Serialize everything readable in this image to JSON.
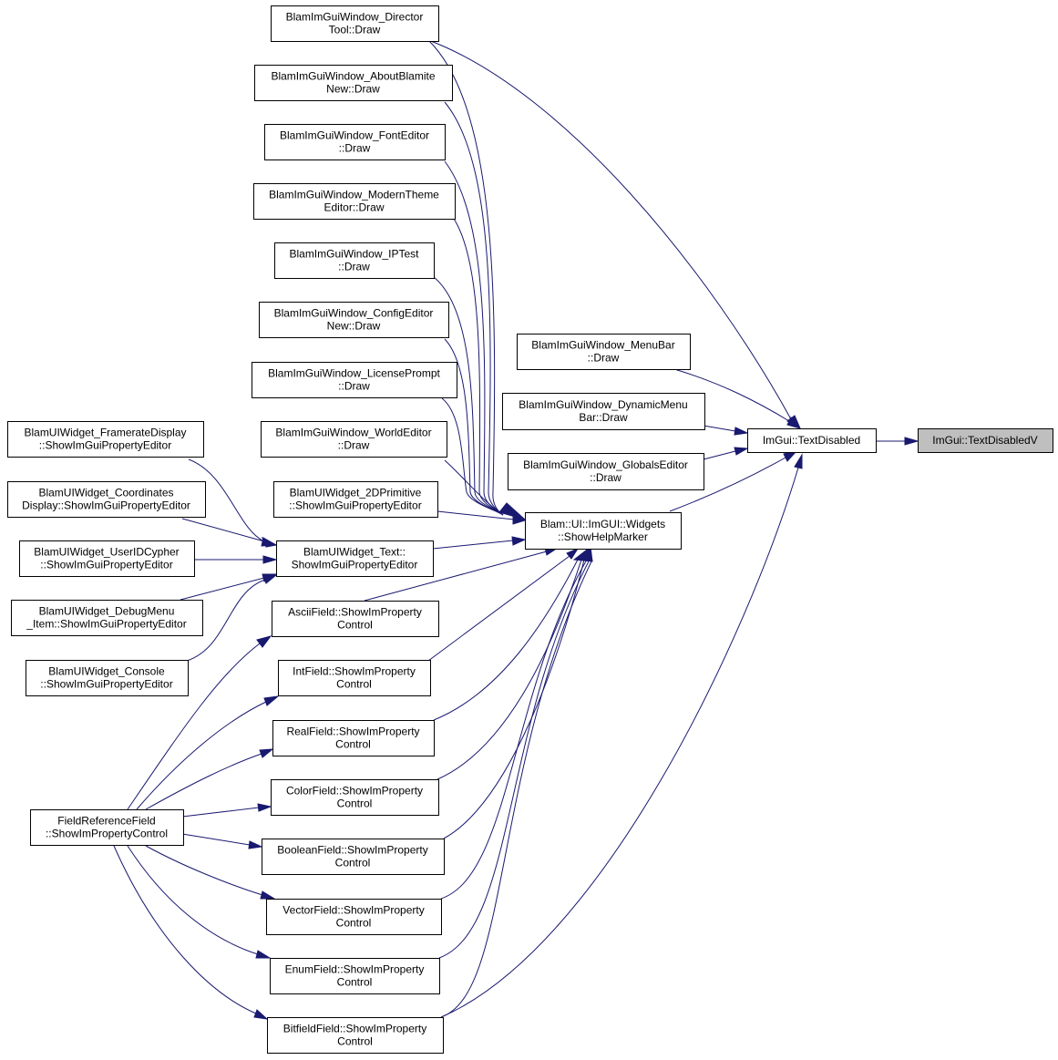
{
  "graph": {
    "nodes": [
      {
        "id": "director",
        "lines": [
          "BlamImGuiWindow_Director",
          "Tool::Draw"
        ]
      },
      {
        "id": "about",
        "lines": [
          "BlamImGuiWindow_AboutBlamite",
          "New::Draw"
        ]
      },
      {
        "id": "font",
        "lines": [
          "BlamImGuiWindow_FontEditor",
          "::Draw"
        ]
      },
      {
        "id": "modern",
        "lines": [
          "BlamImGuiWindow_ModernTheme",
          "Editor::Draw"
        ]
      },
      {
        "id": "iptest",
        "lines": [
          "BlamImGuiWindow_IPTest",
          "::Draw"
        ]
      },
      {
        "id": "config",
        "lines": [
          "BlamImGuiWindow_ConfigEditor",
          "New::Draw"
        ]
      },
      {
        "id": "license",
        "lines": [
          "BlamImGuiWindow_LicensePrompt",
          "::Draw"
        ]
      },
      {
        "id": "world",
        "lines": [
          "BlamImGuiWindow_WorldEditor",
          "::Draw"
        ]
      },
      {
        "id": "prim2d",
        "lines": [
          "BlamUIWidget_2DPrimitive",
          "::ShowImGuiPropertyEditor"
        ]
      },
      {
        "id": "framerate",
        "lines": [
          "BlamUIWidget_FramerateDisplay",
          "::ShowImGuiPropertyEditor"
        ]
      },
      {
        "id": "coords",
        "lines": [
          "BlamUIWidget_Coordinates",
          "Display::ShowImGuiPropertyEditor"
        ]
      },
      {
        "id": "useridc",
        "lines": [
          "BlamUIWidget_UserIDCypher",
          "::ShowImGuiPropertyEditor"
        ]
      },
      {
        "id": "debugmenu",
        "lines": [
          "BlamUIWidget_DebugMenu",
          "_Item::ShowImGuiPropertyEditor"
        ]
      },
      {
        "id": "console",
        "lines": [
          "BlamUIWidget_Console",
          "::ShowImGuiPropertyEditor"
        ]
      },
      {
        "id": "text",
        "lines": [
          "BlamUIWidget_Text::",
          "ShowImGuiPropertyEditor"
        ]
      },
      {
        "id": "ascii",
        "lines": [
          "AsciiField::ShowImProperty",
          "Control"
        ]
      },
      {
        "id": "int",
        "lines": [
          "IntField::ShowImProperty",
          "Control"
        ]
      },
      {
        "id": "real",
        "lines": [
          "RealField::ShowImProperty",
          "Control"
        ]
      },
      {
        "id": "color",
        "lines": [
          "ColorField::ShowImProperty",
          "Control"
        ]
      },
      {
        "id": "boolean",
        "lines": [
          "BooleanField::ShowImProperty",
          "Control"
        ]
      },
      {
        "id": "vector",
        "lines": [
          "VectorField::ShowImProperty",
          "Control"
        ]
      },
      {
        "id": "enum",
        "lines": [
          "EnumField::ShowImProperty",
          "Control"
        ]
      },
      {
        "id": "bitfield",
        "lines": [
          "BitfieldField::ShowImProperty",
          "Control"
        ]
      },
      {
        "id": "fieldref",
        "lines": [
          "FieldReferenceField",
          "::ShowImPropertyControl"
        ]
      },
      {
        "id": "helpmarker",
        "lines": [
          "Blam::UI::ImGUI::Widgets",
          "::ShowHelpMarker"
        ]
      },
      {
        "id": "menubar",
        "lines": [
          "BlamImGuiWindow_MenuBar",
          "::Draw"
        ]
      },
      {
        "id": "dynmenu",
        "lines": [
          "BlamImGuiWindow_DynamicMenu",
          "Bar::Draw"
        ]
      },
      {
        "id": "globals",
        "lines": [
          "BlamImGuiWindow_GlobalsEditor",
          "::Draw"
        ]
      },
      {
        "id": "textdisabled",
        "lines": [
          "ImGui::TextDisabled"
        ]
      },
      {
        "id": "textdisabledv",
        "lines": [
          "ImGui::TextDisabledV"
        ]
      }
    ]
  }
}
